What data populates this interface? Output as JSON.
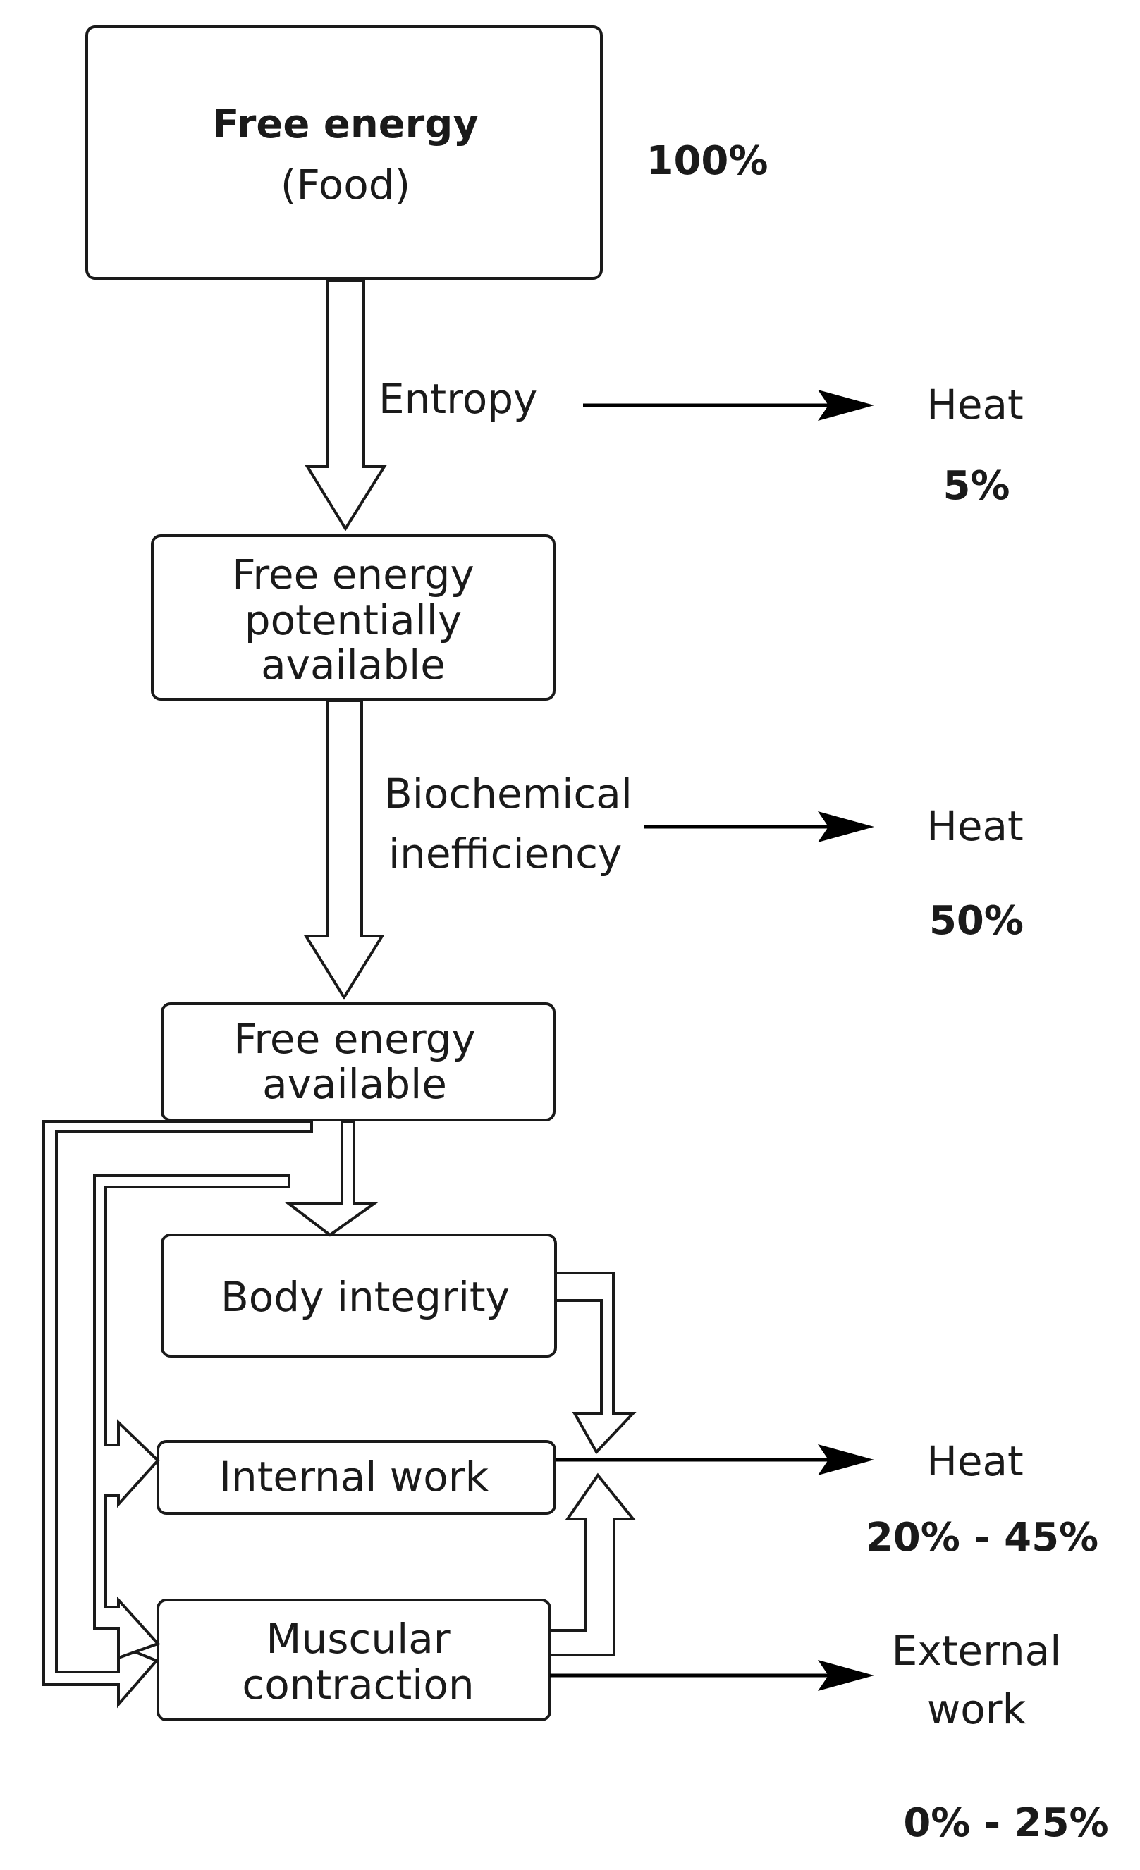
{
  "nodes": {
    "food": {
      "title": "Free energy",
      "subtitle": "(Food)",
      "percent": "100%"
    },
    "potential": {
      "line1": "Free energy",
      "line2": "potentially",
      "line3": "available"
    },
    "available": {
      "line1": "Free energy",
      "line2": "available"
    },
    "body_integrity": {
      "label": "Body integrity"
    },
    "internal_work": {
      "label": "Internal work"
    },
    "muscular": {
      "line1": "Muscular",
      "line2": "contraction"
    }
  },
  "losses": {
    "entropy": {
      "label": "Entropy",
      "outcome": "Heat",
      "percent": "5%"
    },
    "biochemical": {
      "line1": "Biochemical",
      "line2": "inefficiency",
      "outcome": "Heat",
      "percent": "50%"
    },
    "final_heat": {
      "outcome": "Heat",
      "percent": "20% - 45%"
    },
    "external": {
      "line1": "External",
      "line2": "work",
      "percent": "0% - 25%"
    }
  },
  "colors": {
    "stroke": "#1a1a1a",
    "fill": "#ffffff",
    "text": "#1a1a1a"
  }
}
